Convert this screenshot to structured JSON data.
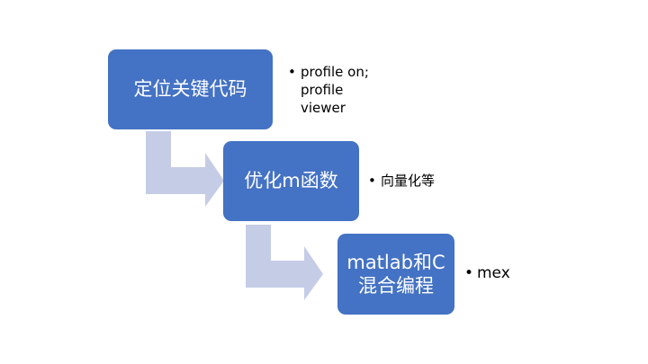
{
  "steps": [
    {
      "label_lines": [
        "定位关键代码"
      ],
      "notes": [
        "profile on;",
        "profile",
        "viewer"
      ]
    },
    {
      "label_lines": [
        "优化m函数"
      ],
      "notes": [
        "向量化等"
      ]
    },
    {
      "label_lines": [
        "matlab和C",
        "混合编程"
      ],
      "notes": [
        "mex"
      ]
    }
  ],
  "colors": {
    "box": "#4472c4",
    "arrow": "#c5cde6"
  }
}
